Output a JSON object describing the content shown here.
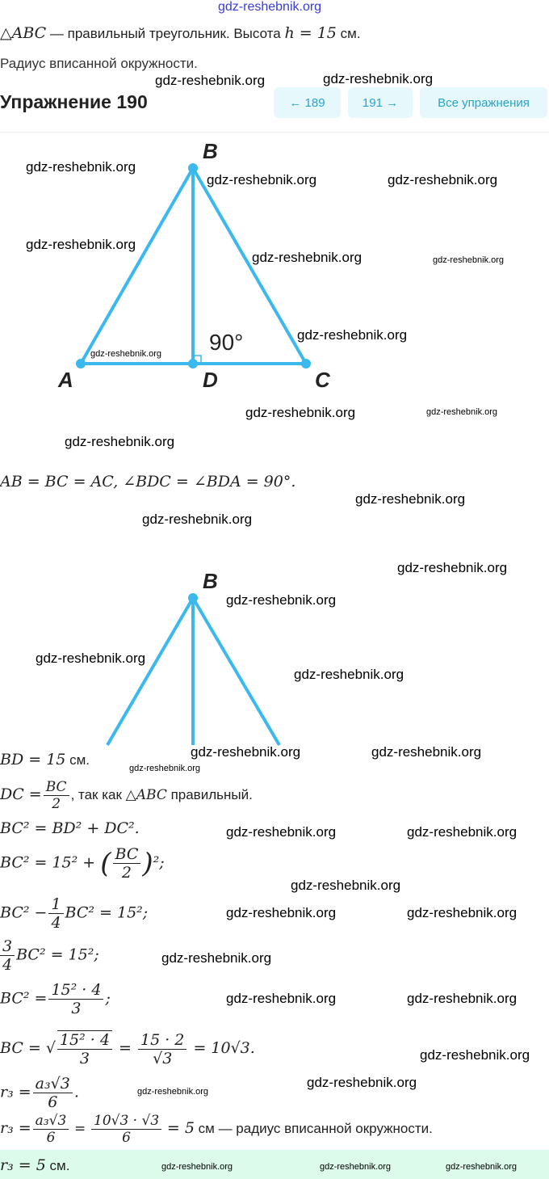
{
  "problem": {
    "given_math": "△ABC",
    "given_text": "— правильный треугольник. Высота",
    "h": "h = 15",
    "unit": "см.",
    "find": "Радиус вписанной окружности."
  },
  "header": {
    "title": "Упражнение 190",
    "prev": "← 189",
    "next": "191 →",
    "all": "Все упражнения"
  },
  "figure1": {
    "labels": {
      "A": "A",
      "B": "B",
      "C": "C",
      "D": "D",
      "angle": "90°"
    },
    "color": "#3bb8ee"
  },
  "figure2": {
    "labels": {
      "B": "B"
    }
  },
  "solution": {
    "l1": "AB = BC = AC, ∠BDC = ∠BDA = 90°.",
    "l2a": "BD = 15",
    "l2b": " см.",
    "l3a": "DC =",
    "l3num": "BC",
    "l3den": "2",
    "l3b": ", так как",
    "l3c": "△ABC",
    "l3d": " правильный.",
    "l4": "BC² = BD² + DC².",
    "l5a": "BC² = 15² +",
    "l5num": "BC",
    "l5den": "2",
    "l5b": "²;",
    "l6a": "BC² −",
    "l6num": "1",
    "l6den": "4",
    "l6b": "BC² = 15²;",
    "l7num": "3",
    "l7den": "4",
    "l7b": "BC² = 15²;",
    "l8a": "BC² =",
    "l8num": "15² · 4",
    "l8den": "3",
    "l8b": ";",
    "l9a": "BC = √",
    "l9num": "15² · 4",
    "l9den": "3",
    "l9eq": "=",
    "l9num2": "15 · 2",
    "l9den2": "√3",
    "l9b": "= 10√3.",
    "l10a": "r₃ =",
    "l10num": "a₃√3",
    "l10den": "6",
    "l10b": ".",
    "l11a": "r₃ =",
    "l11num": "a₃√3",
    "l11den": "6",
    "l11eq": "=",
    "l11num2": "10√3 · √3",
    "l11den2": "6",
    "l11b": "= 5",
    "l11c": " см — радиус вписанной окружности.",
    "answer_a": "r₃ = 5",
    "answer_b": " см.",
    "answer_bg": "#dcfbea"
  },
  "watermarks": [
    "gdz-reshebnik.org",
    "gdz-reshebnik.org",
    "gdz-reshebnik.org",
    "gdz-reshebnik.org",
    "gdz-reshebnik.org",
    "gdz-reshebnik.org",
    "gdz-reshebnik.org",
    "gdz-reshebnik.org",
    "gdz-reshebnik.org",
    "gdz-reshebnik.org",
    "gdz-reshebnik.org",
    "gdz-reshebnik.org",
    "gdz-reshebnik.org",
    "gdz-reshebnik.org",
    "gdz-reshebnik.org",
    "gdz-reshebnik.org",
    "gdz-reshebnik.org",
    "gdz-reshebnik.org",
    "gdz-reshebnik.org",
    "gdz-reshebnik.org",
    "gdz-reshebnik.org",
    "gdz-reshebnik.org",
    "gdz-reshebnik.org",
    "gdz-reshebnik.org",
    "gdz-reshebnik.org",
    "gdz-reshebnik.org",
    "gdz-reshebnik.org",
    "gdz-reshebnik.org",
    "gdz-reshebnik.org",
    "gdz-reshebnik.org",
    "gdz-reshebnik.org",
    "gdz-reshebnik.org",
    "gdz-reshebnik.org",
    "gdz-reshebnik.org",
    "gdz-reshebnik.org",
    "gdz-reshebnik.org",
    "gdz-reshebnik.org"
  ]
}
